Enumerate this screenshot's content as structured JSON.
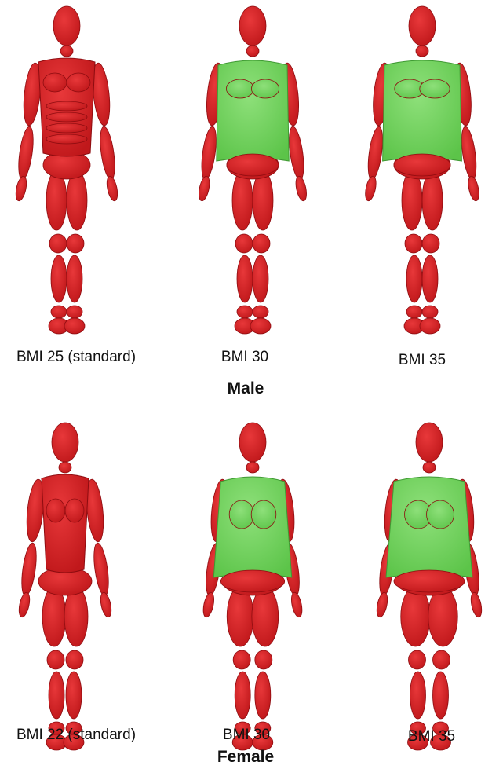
{
  "colors": {
    "body": "#c0181b",
    "body_shadow": "#8e0c10",
    "torso": "#5cc449",
    "torso_shadow": "#3f9a33"
  },
  "groups": [
    {
      "label": "Male",
      "figures": [
        {
          "caption": "BMI 25 (standard)",
          "green_torso": false,
          "sex": "male",
          "width_factor": 1.0
        },
        {
          "caption": "BMI 30",
          "green_torso": true,
          "sex": "male",
          "width_factor": 1.1
        },
        {
          "caption": "BMI 35",
          "green_torso": true,
          "sex": "male",
          "width_factor": 1.2
        }
      ]
    },
    {
      "label": "Female",
      "figures": [
        {
          "caption": "BMI 22 (standard)",
          "green_torso": false,
          "sex": "female",
          "width_factor": 1.0
        },
        {
          "caption": "BMI 30",
          "green_torso": true,
          "sex": "female",
          "width_factor": 1.13
        },
        {
          "caption": "BMI 35",
          "green_torso": true,
          "sex": "female",
          "width_factor": 1.25
        }
      ]
    }
  ]
}
